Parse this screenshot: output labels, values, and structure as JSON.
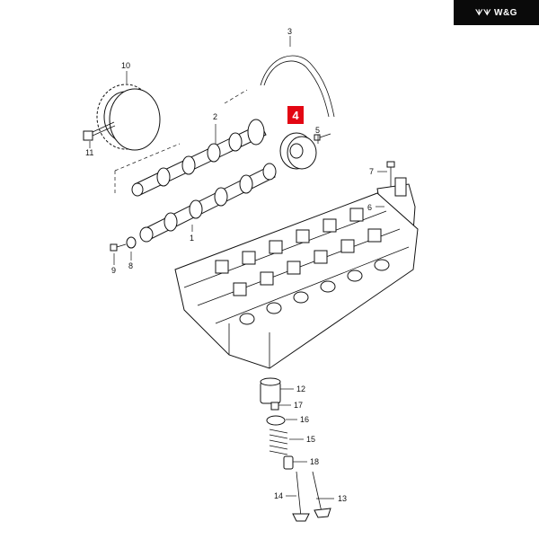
{
  "brand": {
    "text": "W&G",
    "mark": "ᗐᗐ"
  },
  "highlight": {
    "label": "4",
    "color": "#e30613"
  },
  "labels": {
    "l1": "1",
    "l2": "2",
    "l3": "3",
    "l5": "5",
    "l6": "6",
    "l7": "7",
    "l8": "8",
    "l9": "9",
    "l10": "10",
    "l11": "11",
    "l12": "12",
    "l13": "13",
    "l14": "14",
    "l15": "15",
    "l16": "16",
    "l17": "17",
    "l18": "18"
  }
}
